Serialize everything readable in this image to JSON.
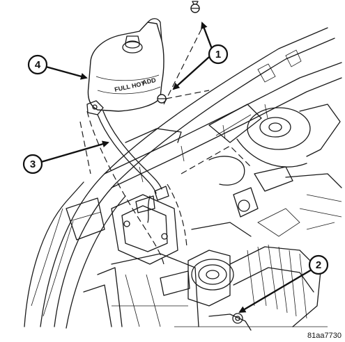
{
  "figure": {
    "reference_code": "81aa7730",
    "reservoir_label_1": "FULL HOT",
    "reservoir_label_2": "ADD"
  },
  "callouts": [
    {
      "number": "1"
    },
    {
      "number": "2"
    },
    {
      "number": "3"
    },
    {
      "number": "4"
    }
  ],
  "colors": {
    "ink": "#1a1a1a",
    "background": "#ffffff"
  }
}
